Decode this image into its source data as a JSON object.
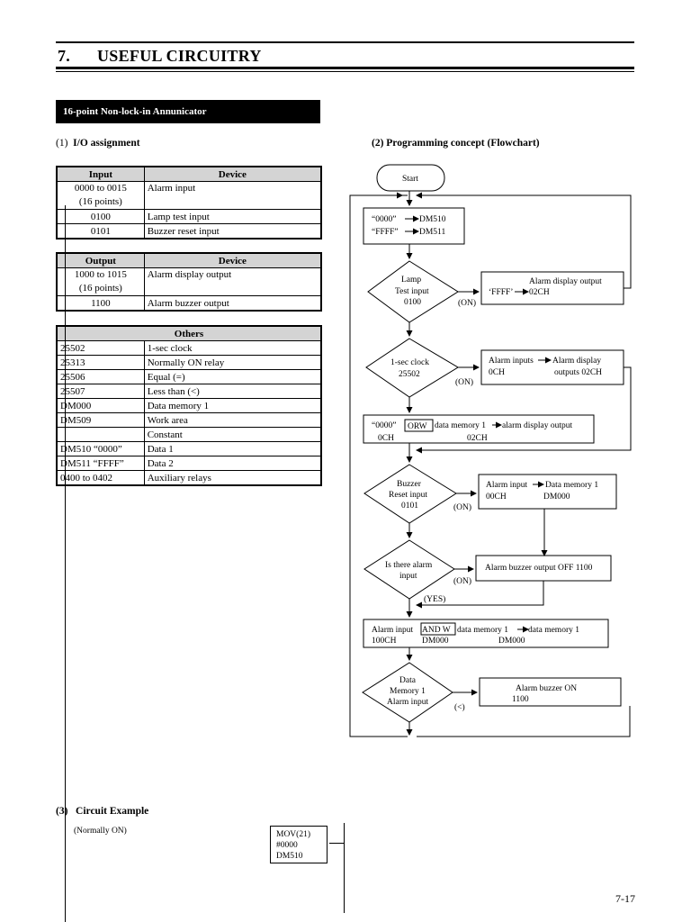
{
  "chapter": {
    "number": "7.",
    "title": "USEFUL CIRCUITRY"
  },
  "banner": "16-point Non-lock-in Annunicator",
  "io_section": {
    "number": "(1)",
    "title": "I/O assignment"
  },
  "flow_section": {
    "title": "(2) Programming concept (Flowchart)"
  },
  "input_table": {
    "headers": [
      "Input",
      "Device"
    ],
    "rows": [
      {
        "addr": "0000 to 0015",
        "addr2": "(16 points)",
        "device": "Alarm input"
      },
      {
        "addr": "0100",
        "device": "Lamp test input"
      },
      {
        "addr": "0101",
        "device": "Buzzer reset input"
      }
    ]
  },
  "output_table": {
    "headers": [
      "Output",
      "Device"
    ],
    "rows": [
      {
        "addr": "1000 to 1015",
        "addr2": "(16 points)",
        "device": "Alarm display output"
      },
      {
        "addr": "1100",
        "device": "Alarm buzzer output"
      }
    ]
  },
  "others_table": {
    "header": "Others",
    "rows": [
      {
        "addr": "25502",
        "device": "1-sec clock"
      },
      {
        "addr": "25313",
        "device": "Normally ON relay"
      },
      {
        "addr": "25506",
        "device": "Equal (=)"
      },
      {
        "addr": "25507",
        "device": "Less than (<)"
      },
      {
        "addr": "DM000",
        "device": "Data memory 1"
      },
      {
        "addr": "DM509",
        "device": "Work area"
      },
      {
        "addr": "",
        "device": "Constant"
      },
      {
        "addr": "DM510 “0000”",
        "device": "Data 1"
      },
      {
        "addr": "DM511 “FFFF”",
        "device": "Data 2"
      },
      {
        "addr": "0400 to 0402",
        "device": "Auxiliary relays"
      }
    ]
  },
  "flowchart": {
    "start": "Start",
    "box1": {
      "l1a": "“0000”",
      "l1b": "DM510",
      "l2a": "“FFFF”",
      "l2b": "DM511"
    },
    "d1": [
      "Lamp",
      "Test input",
      "0100"
    ],
    "d1_on": "(ON)",
    "box_d1": {
      "l1": "Alarm display output",
      "l2a": "‘FFFF’",
      "l2b": "02CH"
    },
    "d2": [
      "1-sec clock",
      "25502"
    ],
    "d2_on": "(ON)",
    "box_d2": {
      "l1a": "Alarm inputs",
      "l1b": "Alarm display",
      "l2a": "0CH",
      "l2b": "outputs 02CH"
    },
    "box_orw": {
      "a": "“0000”",
      "op": "ORW",
      "b": "data memory 1",
      "c": "alarm display output",
      "d": "0CH",
      "e": "02CH"
    },
    "d3": [
      "Buzzer",
      "Reset input",
      "0101"
    ],
    "d3_on": "(ON)",
    "box_d3": {
      "l1a": "Alarm input",
      "l1b": "Data memory 1",
      "l2a": "00CH",
      "l2b": "DM000"
    },
    "d4": [
      "Is there alarm",
      "input"
    ],
    "d4_on": "(ON)",
    "d4_yes": "(YES)",
    "box_d4": "Alarm buzzer output OFF 1100",
    "box_andw": {
      "a": "Alarm input",
      "op": "AND W",
      "b": "data  memory 1",
      "c": "data memory 1",
      "d": "100CH",
      "e": "DM000",
      "f": "DM000"
    },
    "d5": [
      "Data",
      "Memory 1",
      "Alarm input"
    ],
    "d5_lt": "(<)",
    "box_d5": {
      "l1": "Alarm buzzer ON",
      "l2": "1100"
    }
  },
  "circuit": {
    "number": "(3)",
    "title": "Circuit Example",
    "normally_on": "(Normally ON)",
    "mov": [
      "MOV(21)",
      "#0000",
      "DM510"
    ]
  },
  "page_number": "7-17"
}
